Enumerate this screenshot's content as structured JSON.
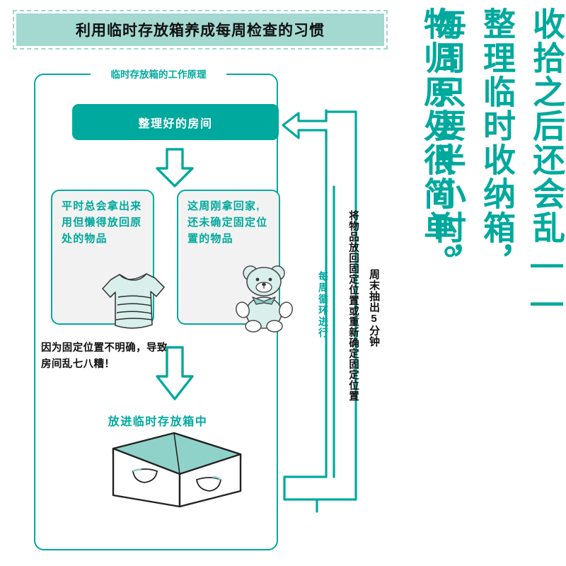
{
  "title": {
    "text": "利用临时存放箱养成每周检查的习惯"
  },
  "frame": {
    "label": "临时存放箱的工作原理"
  },
  "flow": {
    "room_box": "整理好的房间",
    "item_box_left": "平时总会拿出来用但懒得放回原处的物品",
    "item_box_right": "这周刚拿回家, 还未确定固定位置的物品",
    "note_problem": "因为固定位置不明确，导致房间乱七八糟！",
    "note_action": "放进临时存放箱中"
  },
  "loop_labels": {
    "cycle": "每周循环进行",
    "return_items": "将物品放回固定位置或重新确定固定位置",
    "weekend": "周末抽出5分钟"
  },
  "headline": {
    "column_1": "收拾之后还会乱——",
    "column_2": "整理临时收纳箱，",
    "column_3": "每周只要半小时，",
    "column_4": "物归原处很简单。"
  },
  "icons": {
    "arrow_down_1": "arrow-down-icon",
    "arrow_down_2": "arrow-down-icon",
    "arrow_left_loop": "arrow-left-icon",
    "tshirt": "tshirt-icon",
    "teddy_bear": "teddy-bear-icon",
    "storage_bin": "storage-bin-icon"
  },
  "colors": {
    "teal": "#00a99d",
    "pale_teal": "#a3d9d1",
    "light_teal_fill": "#d8efeb",
    "box_grey": "#f2f2f2",
    "ink": "#111111"
  }
}
